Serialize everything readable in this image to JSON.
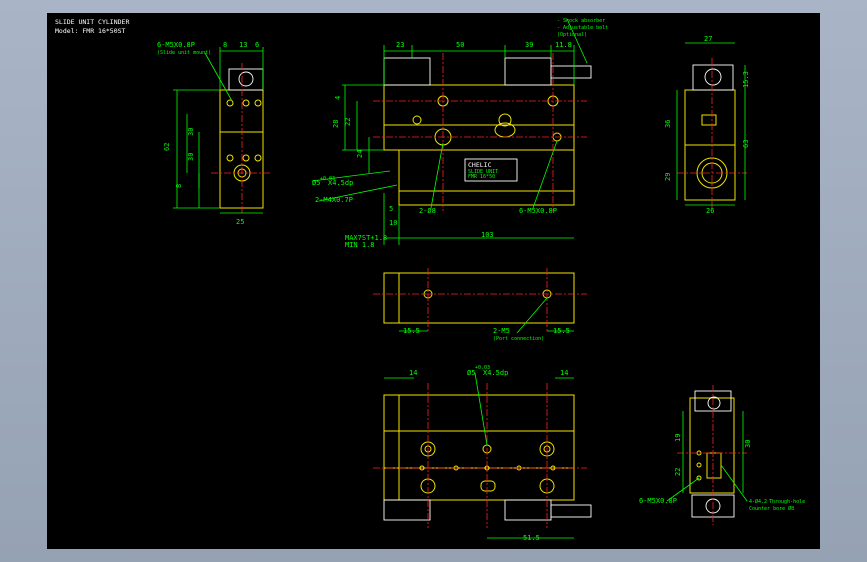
{
  "title_block": {
    "title": "SLIDE UNIT CYLINDER",
    "model": "Model: FMR 16*50ST"
  },
  "callouts": {
    "shock_absorber": "- Shock absorber",
    "adjustable_bolt": "- Adjustable bolt",
    "optional": "(Optional)",
    "tapped_left": "6-M5X0.8P",
    "tapped_left_sub": "(Slide unit mount)",
    "counterbore_top": "Ø5",
    "counterbore_top_sup": "+0.03",
    "counterbore_top_depth": "X4.5dp",
    "tap_m4": "2-M4X0.7P",
    "hole_pin": "2-Ø8",
    "tap_right": "6-M5X0.8P",
    "port": "2-M5",
    "port_sub": "(Port connection)",
    "counterbore_bottom": "Ø5",
    "counterbore_bottom_sup": "+0.03",
    "counterbore_bottom_depth": "X4.5dp",
    "through_hole": "4-Ø4.2",
    "through_hole_sub": "Through-hole",
    "counter_bore": "Counter bore Ø8",
    "tap_bottom_right": "6-M5X0.8P",
    "max_stroke": "MAX7ST+1.8",
    "min_stroke": "MIN      1.8"
  },
  "nameplate": {
    "brand": "CHELIC",
    "line1": "SLIDE UNIT",
    "line2": "FMR 16*50"
  },
  "dims_front": {
    "d23": "23",
    "d50": "50",
    "d39": "39",
    "d11_8": "11.8",
    "d103": "103",
    "d28": "28",
    "d22": "22",
    "d24": "24",
    "d4": "4",
    "d5": "5",
    "d10": "10"
  },
  "dims_left": {
    "d8": "8",
    "d13": "13",
    "d6": "6",
    "d62": "62",
    "d30a": "30",
    "d30b": "30",
    "d8b": "8",
    "d25": "25"
  },
  "dims_right": {
    "d27": "27",
    "d15_3": "15.3",
    "d36": "36",
    "d63": "63",
    "d29": "29",
    "d26": "26"
  },
  "dims_mid": {
    "d15_5a": "15.5",
    "d15_5b": "15.5"
  },
  "dims_bottom": {
    "d14a": "14",
    "d14b": "14",
    "d51_5": "51.5"
  },
  "dims_bottom_right": {
    "d19": "19",
    "d22": "22",
    "d30": "30"
  }
}
